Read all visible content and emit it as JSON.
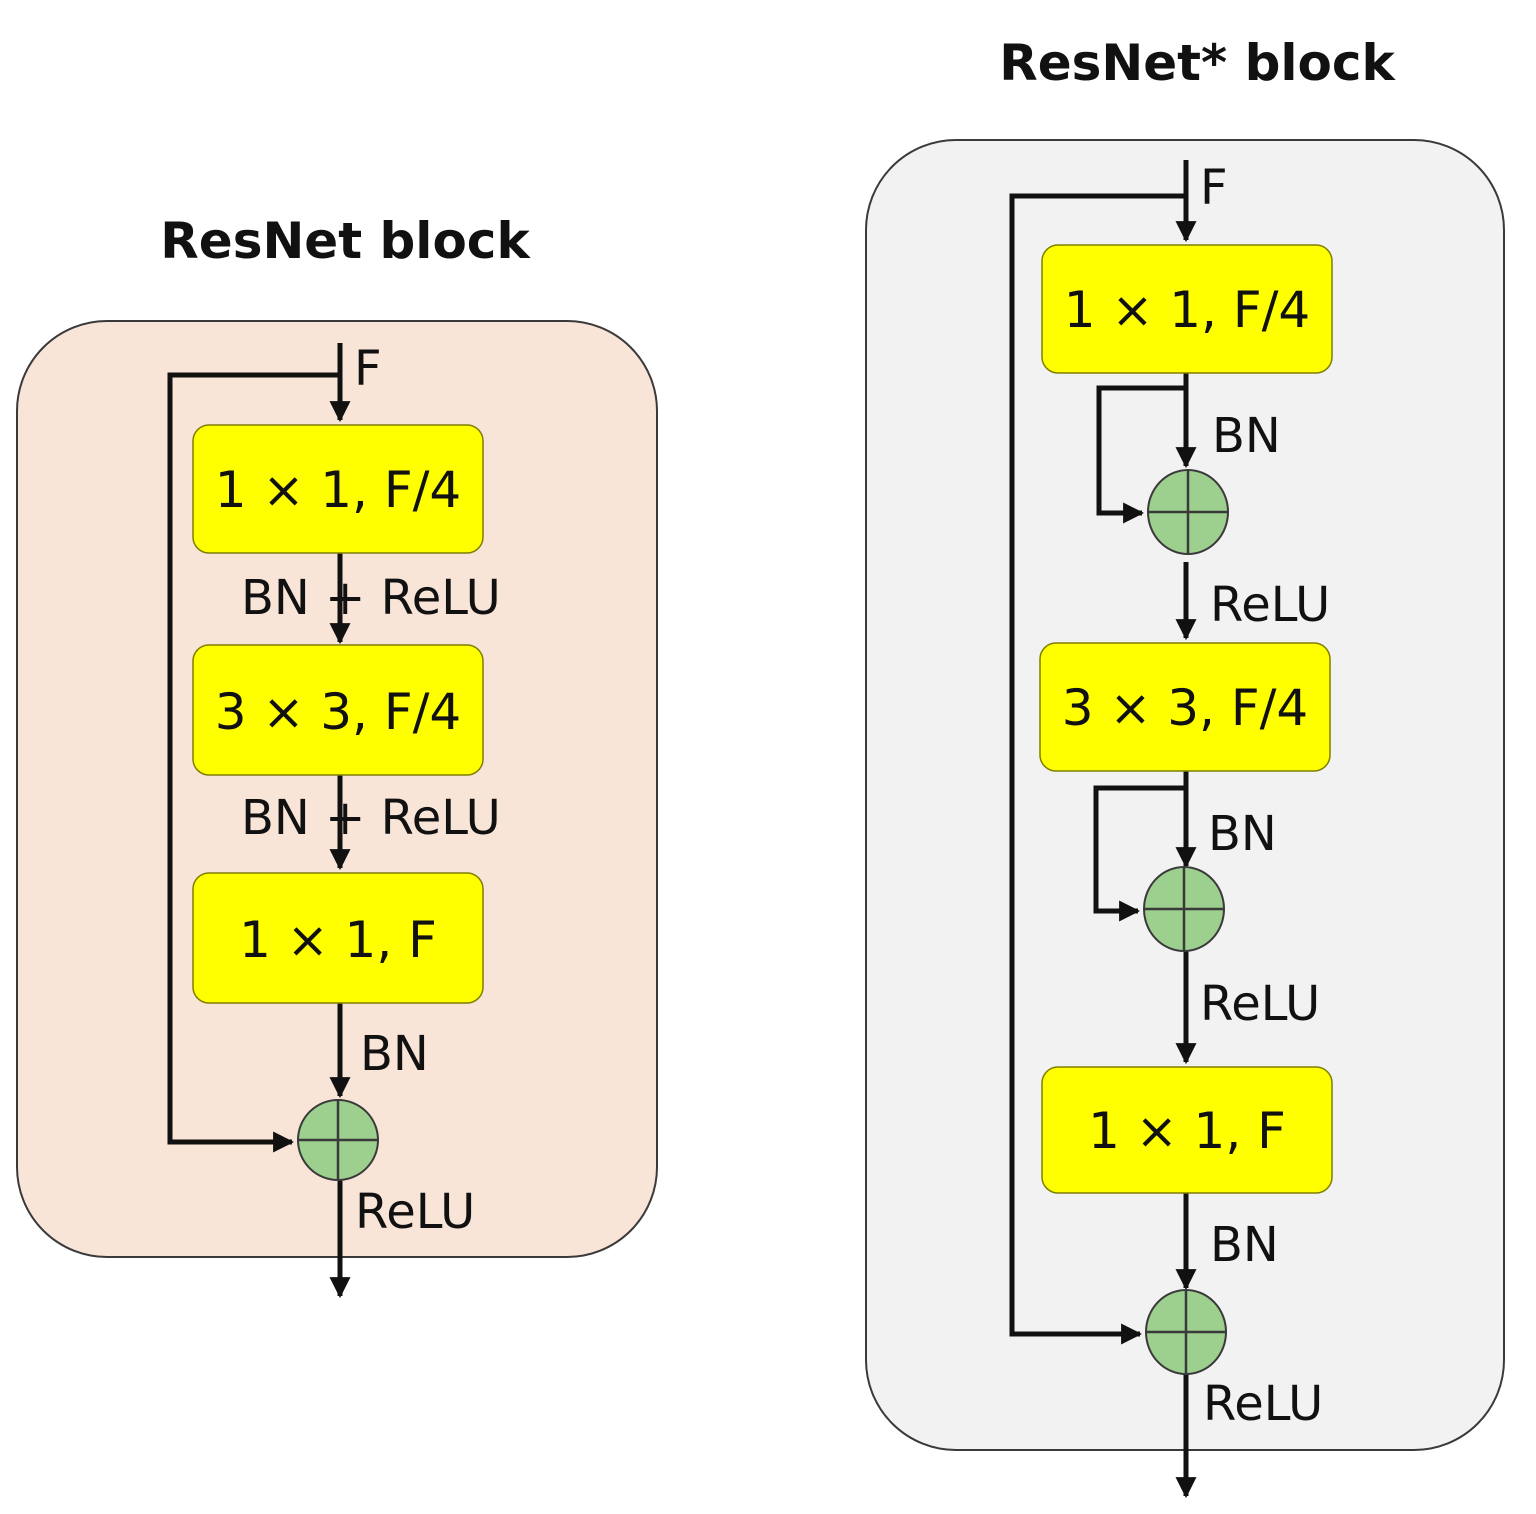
{
  "left_block": {
    "title": "ResNet block",
    "input_label": "F",
    "layers": [
      "1 × 1, F/4",
      "3 × 3, F/4",
      "1 × 1, F"
    ],
    "labels": {
      "after_layer1": "BN + ReLU",
      "after_layer2": "BN + ReLU",
      "after_layer3": "BN",
      "after_add": "ReLU"
    }
  },
  "right_block": {
    "title": "ResNet* block",
    "input_label": "F",
    "layers": [
      "1 × 1, F/4",
      "3 × 3, F/4",
      "1 × 1, F"
    ],
    "labels": {
      "after_layer1": "BN",
      "after_add1": "ReLU",
      "after_layer2": "BN",
      "after_add2": "ReLU",
      "after_layer3": "BN",
      "after_add3": "ReLU"
    }
  },
  "colors": {
    "left_panel": "#f9e4d8",
    "right_panel": "#f2f2f2",
    "layer_box": "#ffff00",
    "add_node": "#9dcf8f"
  }
}
